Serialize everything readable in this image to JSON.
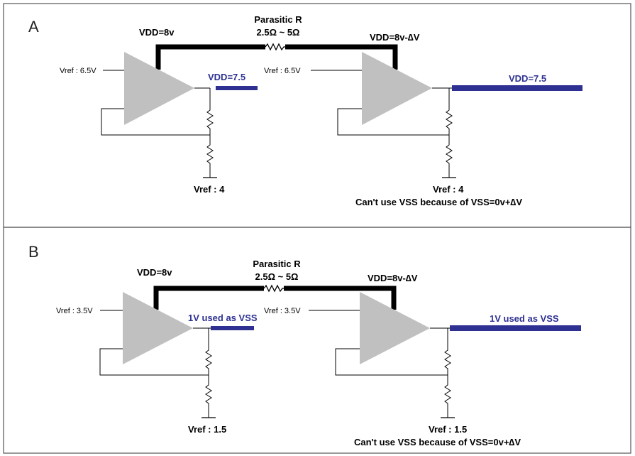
{
  "panels": [
    {
      "letter": "A",
      "parasitic_title": "Parasitic R",
      "parasitic_value": "2.5Ω ~ 5Ω",
      "left": {
        "vdd": "VDD=8v",
        "vref_in": "Vref : 6.5V",
        "out_label": "VDD=7.5",
        "vref_bottom": "Vref : 4"
      },
      "right": {
        "vdd": "VDD=8v-∆V",
        "vref_in": "Vref : 6.5V",
        "out_label": "VDD=7.5",
        "vref_bottom": "Vref : 4",
        "note": "Can't use VSS because of VSS=0v+∆V"
      }
    },
    {
      "letter": "B",
      "parasitic_title": "Parasitic R",
      "parasitic_value": "2.5Ω ~ 5Ω",
      "left": {
        "vdd": "VDD=8v",
        "vref_in": "Vref : 3.5V",
        "out_label": "1V used as VSS",
        "vref_bottom": "Vref : 1.5"
      },
      "right": {
        "vdd": "VDD=8v-∆V",
        "vref_in": "Vref : 3.5V",
        "out_label": "1V used as VSS",
        "vref_bottom": "Vref : 1.5",
        "note": "Can't use VSS because of VSS=0v+∆V"
      }
    }
  ],
  "colors": {
    "wire": "#000000",
    "thick_wire": "#000000",
    "amp_fill": "#c0c0c0",
    "output_bus": "#2e3192",
    "frame": "#555555"
  }
}
